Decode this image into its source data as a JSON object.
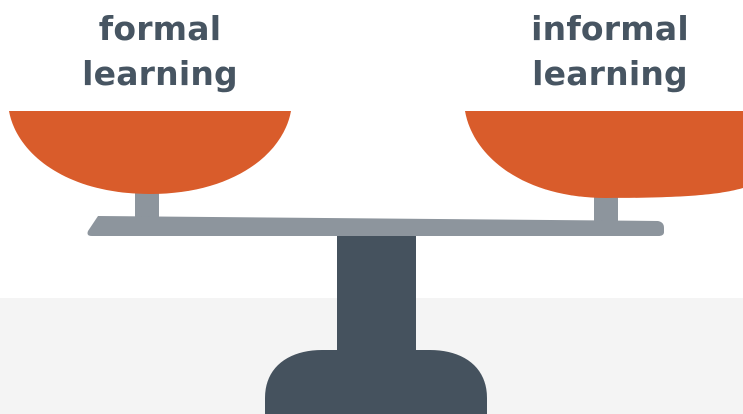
{
  "labels": {
    "left": {
      "line1": "formal",
      "line2": "learning"
    },
    "right": {
      "line1": "informal",
      "line2": "learning"
    }
  },
  "colors": {
    "text": "#475562",
    "pan": "#D95C2B",
    "beam": "#8D959D",
    "stand": "#45525E",
    "floor": "#F4F4F4"
  },
  "balance": {
    "tilt": "left-side slightly higher"
  }
}
